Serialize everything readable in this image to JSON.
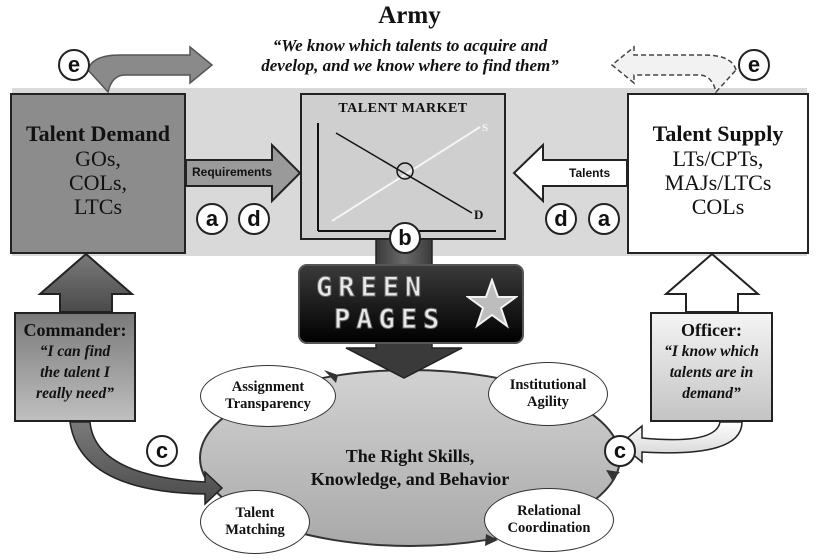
{
  "title": "Army",
  "quote": {
    "line1": "“We know which talents to acquire and",
    "line2": "develop, and we know where to find them”"
  },
  "demand": {
    "title": "Talent Demand",
    "lines": [
      "GOs,",
      "COLs,",
      "LTCs"
    ]
  },
  "supply": {
    "title": "Talent Supply",
    "lines": [
      "LTs/CPTs,",
      "MAJs/LTCs",
      "COLs"
    ]
  },
  "market": {
    "title": "TALENT MARKET",
    "s_label": "S",
    "d_label": "D"
  },
  "arrows": {
    "requirements": "Requirements",
    "talents": "Talents"
  },
  "badges": {
    "a": "a",
    "b": "b",
    "c": "c",
    "d": "d",
    "e": "e"
  },
  "green_pages": {
    "line1": "GREEN",
    "line2": "PAGES"
  },
  "commander": {
    "title": "Commander:",
    "quote": [
      "“I can find",
      "the talent I",
      "really need”"
    ]
  },
  "officer": {
    "title": "Officer:",
    "quote": [
      "“I know which",
      "talents are in",
      "demand”"
    ]
  },
  "cycle": {
    "center": [
      "The Right Skills,",
      "Knowledge, and Behavior"
    ],
    "assignment": [
      "Assignment",
      "Transparency"
    ],
    "institutional": [
      "Institutional",
      "Agility"
    ],
    "talent_matching": [
      "Talent",
      "Matching"
    ],
    "relational": [
      "Relational",
      "Coordination"
    ]
  },
  "colors": {
    "demand_fill": "#8c8c8c",
    "band": "#d9d9d9",
    "cycle_fill": "#bdbdbd"
  }
}
